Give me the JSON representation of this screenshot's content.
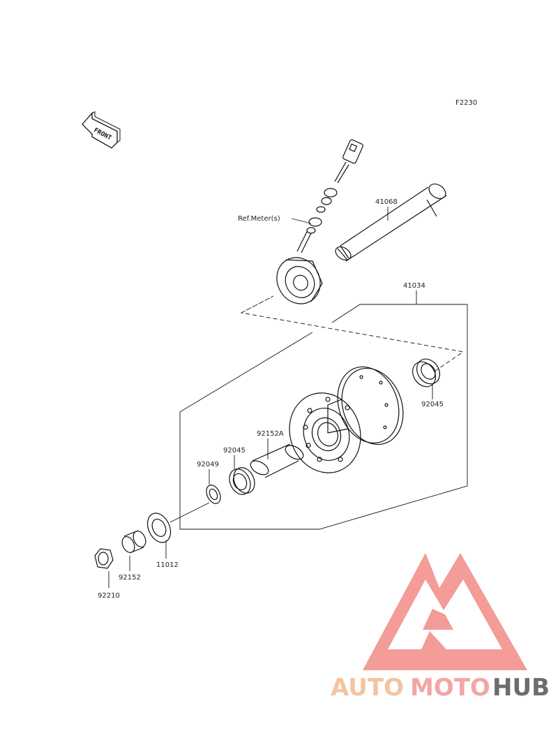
{
  "figure_code": "F2230",
  "front_arrow_text": "FRONT",
  "ref_meter_label": "Ref.Meter(s)",
  "parts": {
    "axle": "41068",
    "hub_assembly": "41034",
    "bearing_right": "92045",
    "collar_long": "92152A",
    "bearing_left": "92045",
    "oil_seal": "92049",
    "washer": "11012",
    "collar_short": "92152",
    "nut": "92210"
  },
  "watermark": {
    "brand_parts": [
      "AUTO",
      "MOTO",
      "HUB"
    ],
    "colors": {
      "auto": "#f4c3a0",
      "moto": "#f2a6a4",
      "hub": "#6c6c6c",
      "logo": "#f0847f"
    }
  }
}
